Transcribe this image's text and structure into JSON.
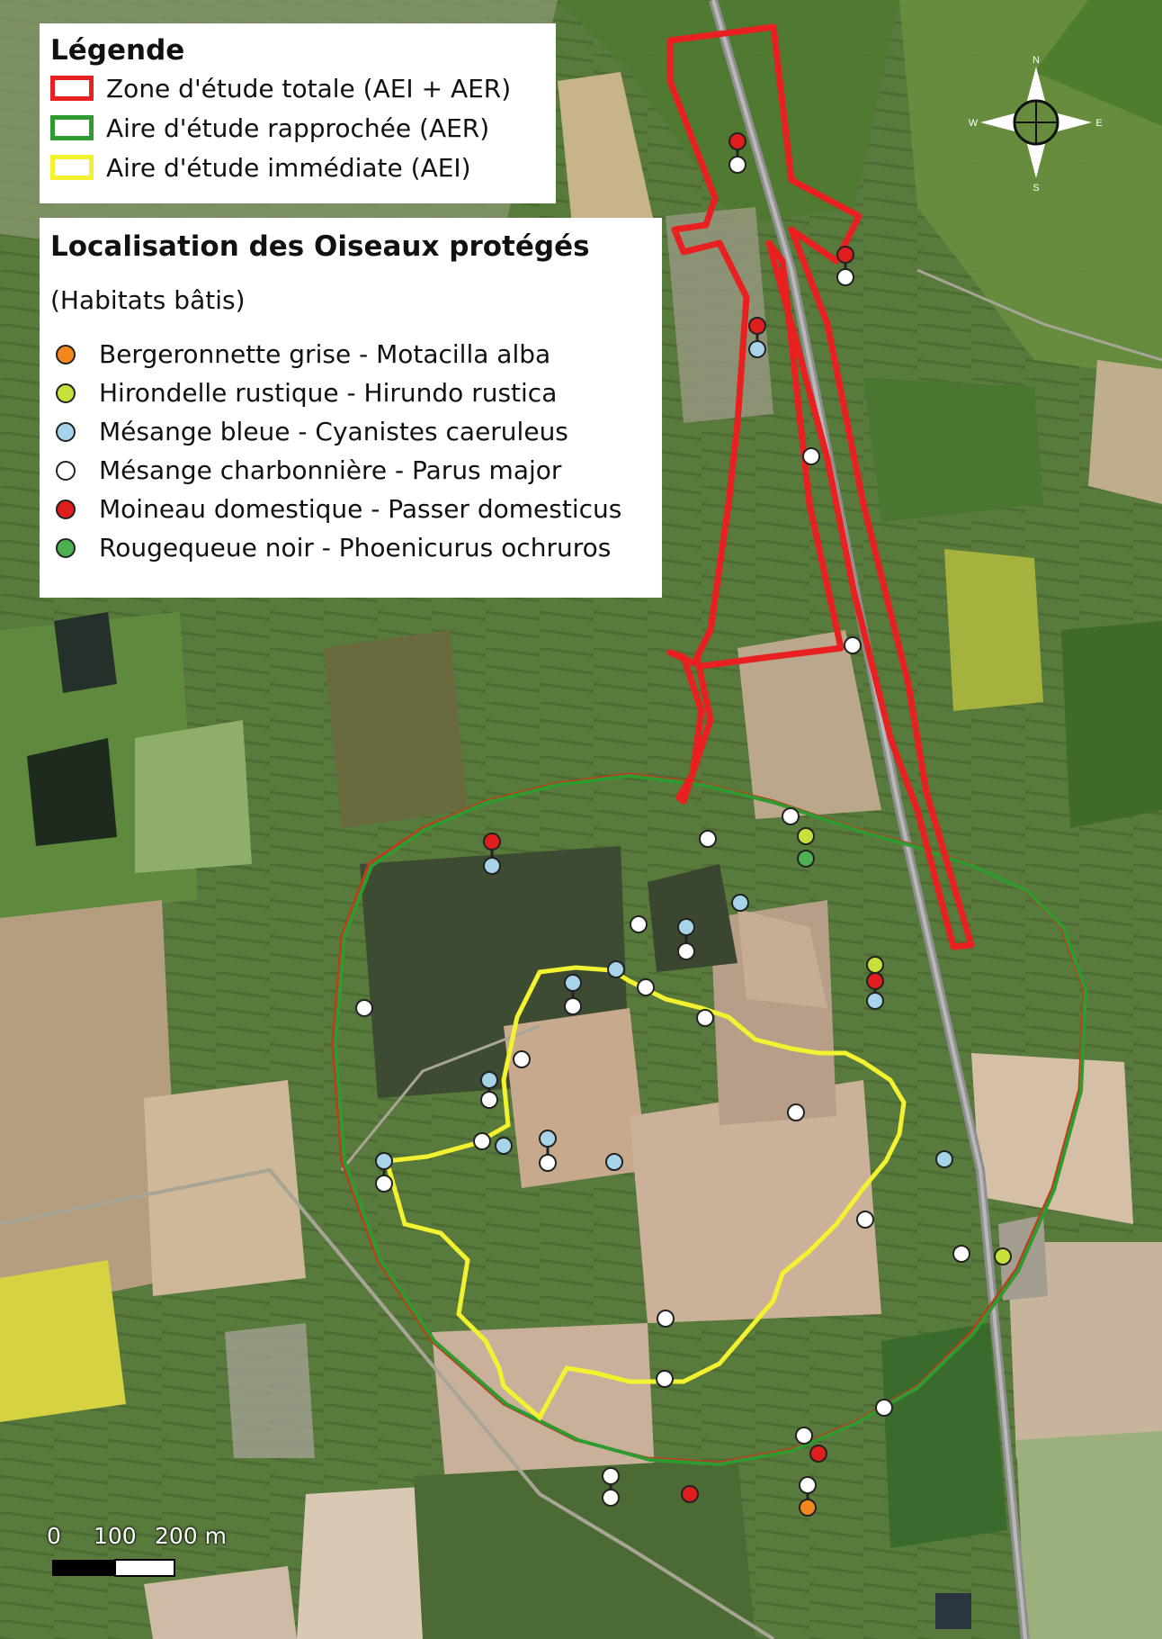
{
  "legend": {
    "title": "Légende",
    "items": [
      {
        "label": "Zone d'étude totale (AEI + AER)",
        "color": "#e82020"
      },
      {
        "label": "Aire d'étude rapprochée (AER)",
        "color": "#2f9a2f"
      },
      {
        "label": "Aire d'étude immédiate (AEI)",
        "color": "#f2f230"
      }
    ]
  },
  "locbox": {
    "title": "Localisation des Oiseaux protégés",
    "subtitle": "(Habitats bâtis)",
    "species": [
      {
        "label": "Bergeronnette grise - Motacilla alba",
        "color": "#f5871f"
      },
      {
        "label": "Hirondelle rustique - Hirundo rustica",
        "color": "#c8e03a"
      },
      {
        "label": "Mésange bleue - Cyanistes caeruleus",
        "color": "#a8d4ea"
      },
      {
        "label": "Mésange charbonnière - Parus major",
        "color": "#ffffff"
      },
      {
        "label": "Moineau domestique - Passer domesticus",
        "color": "#e01e1e"
      },
      {
        "label": "Rougequeue noir - Phoenicurus ochruros",
        "color": "#4caf50"
      }
    ]
  },
  "compass": {
    "n": "N",
    "s": "S",
    "e": "E",
    "w": "W"
  },
  "scale": {
    "labels": [
      "0",
      "100",
      "200 m"
    ]
  }
}
